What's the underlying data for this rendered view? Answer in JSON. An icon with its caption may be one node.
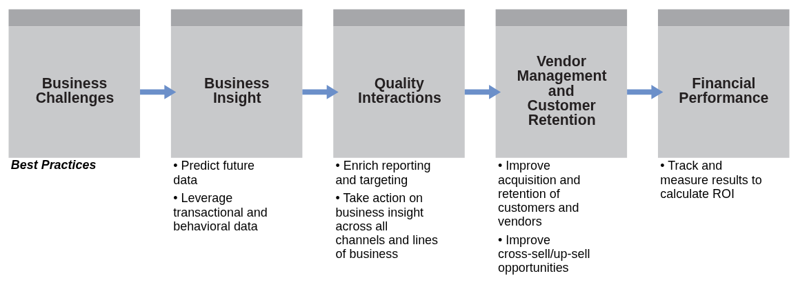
{
  "diagram": {
    "nodes": [
      {
        "text": [
          "Business Challenges"
        ],
        "beside": [
          "Best Practices"
        ]
      },
      {
        "text": [
          "Business Insight"
        ],
        "beside": [
          "• Predict future data",
          "• Leverage transactional and behavioral data"
        ]
      },
      {
        "text": [
          "Quality Interactions"
        ],
        "beside": [
          "• Enrich reporting and targeting",
          "• Take action on business insight across all channels and lines of business"
        ]
      },
      {
        "text": [
          "Vendor Management and Customer Retention"
        ],
        "beside": [
          "• Improve acquisition and retention of customers and vendors",
          "• Improve cross-sell/up-sell opportunities"
        ]
      },
      {
        "text": [
          "Financial Performance"
        ],
        "beside": [
          "• Track and measure results to calculate ROI"
        ]
      }
    ],
    "edges": [
      {
        "from": 0,
        "to": 1,
        "arrow": "to"
      },
      {
        "from": 1,
        "to": 2,
        "arrow": "to"
      },
      {
        "from": 2,
        "to": 3,
        "arrow": "to"
      },
      {
        "from": 3,
        "to": 4,
        "arrow": "to"
      }
    ]
  }
}
